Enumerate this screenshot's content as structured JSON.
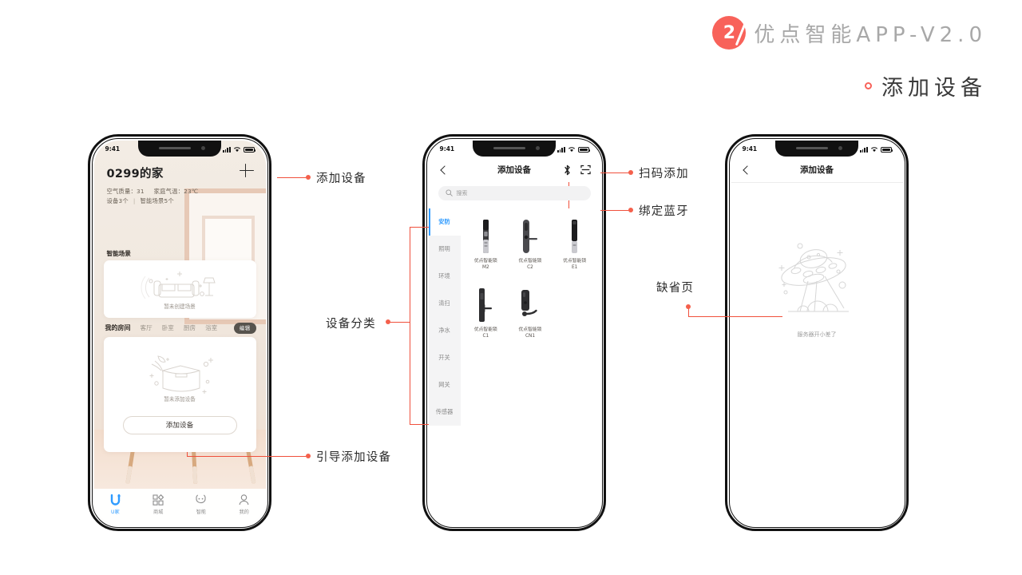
{
  "slide": {
    "number": "2",
    "brand_title": "优点智能APP-V2.0",
    "section_title": "添加设备"
  },
  "annotations": [
    {
      "id": "add-device",
      "label": "添加设备"
    },
    {
      "id": "guide-add-device",
      "label": "引导添加设备"
    },
    {
      "id": "device-category",
      "label": "设备分类"
    },
    {
      "id": "scan-add",
      "label": "扫码添加"
    },
    {
      "id": "bind-bluetooth",
      "label": "绑定蓝牙"
    },
    {
      "id": "default-page",
      "label": "缺省页"
    }
  ],
  "phone1": {
    "status": {
      "time": "9:41"
    },
    "home_title": "0299的家",
    "meta": {
      "air_quality_label": "空气质量：",
      "air_quality_value": "31",
      "temp_label": "家庭气温：",
      "temp_value": "23℃",
      "devices": "设备3个",
      "separator": "|",
      "scenes": "智能场景5个"
    },
    "scene_section_label": "智能场景",
    "scene_empty_text": "暂未创建场景",
    "room_section_label": "我的房间",
    "rooms": [
      "客厅",
      "卧室",
      "厨房",
      "浴室"
    ],
    "room_edit": "编辑",
    "device_empty_text": "暂未添加设备",
    "add_device_button": "添加设备",
    "tabs": [
      {
        "label": "U家",
        "icon": "u-home-icon",
        "active": true
      },
      {
        "label": "商城",
        "icon": "grid-shop-icon",
        "active": false
      },
      {
        "label": "智能",
        "icon": "smart-face-icon",
        "active": false
      },
      {
        "label": "我的",
        "icon": "person-icon",
        "active": false
      }
    ]
  },
  "phone2": {
    "status": {
      "time": "9:41"
    },
    "nav_title": "添加设备",
    "nav_back_icon": "chevron-left-icon",
    "nav_bluetooth_icon": "bluetooth-icon",
    "nav_scan_icon": "scan-qr-icon",
    "search_placeholder": "搜索",
    "search_icon": "search-icon",
    "categories": [
      {
        "label": "安防",
        "active": true
      },
      {
        "label": "照明",
        "active": false
      },
      {
        "label": "环境",
        "active": false
      },
      {
        "label": "清扫",
        "active": false
      },
      {
        "label": "净水",
        "active": false
      },
      {
        "label": "开关",
        "active": false
      },
      {
        "label": "网关",
        "active": false
      },
      {
        "label": "传感器",
        "active": false
      }
    ],
    "devices": [
      {
        "name": "优点智能锁",
        "model": "M2",
        "art": "lock-slim-panel"
      },
      {
        "name": "优点智能锁",
        "model": "C2",
        "art": "lock-handle-right"
      },
      {
        "name": "优点智能锁",
        "model": "E1",
        "art": "lock-tall-black"
      },
      {
        "name": "优点智能锁",
        "model": "C1",
        "art": "lock-handle-dark"
      },
      {
        "name": "优点智能锁",
        "model": "CN1",
        "art": "lock-lever-handle"
      }
    ]
  },
  "phone3": {
    "status": {
      "time": "9:41"
    },
    "nav_title": "添加设备",
    "nav_back_icon": "chevron-left-icon",
    "empty_illustration": "ufo-beam-icon",
    "empty_text": "服务器开小差了"
  },
  "colors": {
    "accent_red": "#f0503c",
    "badge_red": "#f8625a",
    "active_blue": "#2f9bff",
    "title_gray": "#a8a8a8"
  }
}
